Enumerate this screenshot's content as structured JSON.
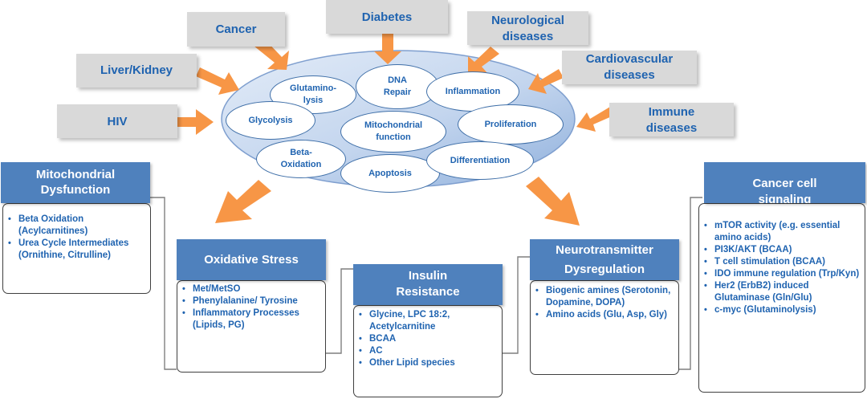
{
  "diseases": [
    {
      "id": "cancer",
      "lines": [
        "Cancer"
      ]
    },
    {
      "id": "diabetes",
      "lines": [
        "Diabetes"
      ]
    },
    {
      "id": "neuro",
      "lines": [
        "Neurological",
        "diseases"
      ]
    },
    {
      "id": "liver",
      "lines": [
        "Liver/Kidney"
      ]
    },
    {
      "id": "cardio",
      "lines": [
        "Cardiovascular",
        "diseases"
      ]
    },
    {
      "id": "hiv",
      "lines": [
        "HIV"
      ]
    },
    {
      "id": "immune",
      "lines": [
        "Immune",
        "diseases"
      ]
    }
  ],
  "processes": [
    {
      "id": "glutaminolysis",
      "lines": [
        "Glutamino-",
        "lysis"
      ]
    },
    {
      "id": "dna",
      "lines": [
        "DNA",
        "Repair"
      ]
    },
    {
      "id": "inflammation",
      "lines": [
        "Inflammation"
      ]
    },
    {
      "id": "glycolysis",
      "lines": [
        "Glycolysis"
      ]
    },
    {
      "id": "mito",
      "lines": [
        "Mitochondrial",
        "function"
      ]
    },
    {
      "id": "proliferation",
      "lines": [
        "Proliferation"
      ]
    },
    {
      "id": "beta",
      "lines": [
        "Beta-",
        "Oxidation"
      ]
    },
    {
      "id": "apoptosis",
      "lines": [
        "Apoptosis"
      ]
    },
    {
      "id": "differentiation",
      "lines": [
        "Differentiation"
      ]
    }
  ],
  "panels": [
    {
      "id": "mito_dys",
      "title": [
        "Mitochondrial",
        "Dysfunction"
      ],
      "items": [
        "Beta Oxidation (Acylcarnitines)",
        "Urea Cycle Intermediates (Ornithine, Citrulline)"
      ]
    },
    {
      "id": "ox_stress",
      "title": [
        "Oxidative Stress"
      ],
      "items": [
        "Met/MetSO",
        "Phenylalanine/ Tyrosine",
        "Inflammatory Processes (Lipids, PG)"
      ]
    },
    {
      "id": "insulin",
      "title": [
        "Insulin",
        "Resistance"
      ],
      "items": [
        "Glycine, LPC 18:2, Acetylcarnitine",
        "BCAA",
        "AC",
        "Other Lipid species"
      ]
    },
    {
      "id": "neurotrans",
      "title": [
        "Neurotransmitter",
        "Dysregulation"
      ],
      "items": [
        "Biogenic amines (Serotonin, Dopamine, DOPA)",
        "Amino acids (Glu, Asp, Gly)"
      ]
    },
    {
      "id": "cancer_sig",
      "title": [
        "Cancer cell",
        "signaling"
      ],
      "items": [
        "mTOR activity (e.g. essential amino acids)",
        "PI3K/AKT (BCAA)",
        "T cell stimulation (BCAA)",
        "IDO immune regulation (Trp/Kyn)",
        "Her2 (ErbB2) induced Glutaminase (Gln/Glu)",
        "c-myc (Glutaminolysis)"
      ]
    }
  ],
  "colors": {
    "accent_blue": "#4f81bd",
    "text_blue": "#1f63b0",
    "arrow_orange": "#f79646",
    "box_grey": "#d9d9d9"
  }
}
